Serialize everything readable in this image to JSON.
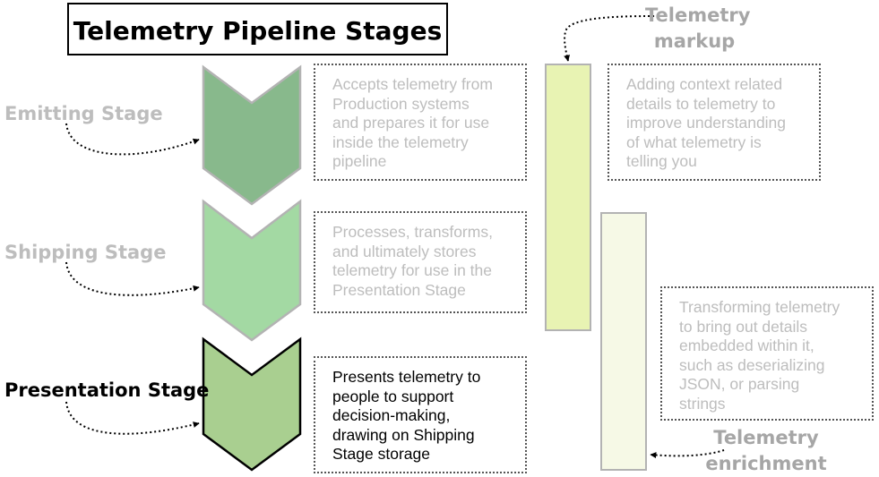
{
  "title": "Telemetry Pipeline Stages",
  "stages": [
    {
      "label": "Emitting Stage",
      "description": [
        "Accepts telemetry from",
        "Production systems",
        "and prepares it for use",
        "inside the telemetry",
        "pipeline"
      ],
      "fill": "#88b98c",
      "highlighted": false
    },
    {
      "label": "Shipping Stage",
      "description": [
        "Processes, transforms,",
        "and ultimately stores",
        "telemetry for use in the",
        "Presentation Stage"
      ],
      "fill": "#a3d9a3",
      "highlighted": false
    },
    {
      "label": "Presentation Stage",
      "description": [
        "Presents telemetry to",
        "people to support",
        "decision-making,",
        "drawing on Shipping",
        "Stage storage"
      ],
      "fill": "#a9cf90",
      "highlighted": true
    }
  ],
  "markup": {
    "label_lines": [
      "Telemetry",
      "markup"
    ],
    "description": [
      "Adding context related",
      "details to telemetry to",
      "improve understanding",
      "of what telemetry is",
      "telling you"
    ],
    "bar_fill": "#e8f3b3"
  },
  "enrichment": {
    "label_lines": [
      "Telemetry",
      "enrichment"
    ],
    "description": [
      "Transforming telemetry",
      "to bring out details",
      "embedded within it,",
      "such as deserializing",
      "JSON, or parsing",
      "strings"
    ],
    "bar_fill": "#f6f9e6"
  },
  "colors": {
    "muted_text": "#bdbdbd",
    "side_label": "#a6a6a6",
    "active_text": "#000000",
    "chevron_muted_stroke": "#b3b3b3",
    "chevron_active_stroke": "#000000"
  }
}
